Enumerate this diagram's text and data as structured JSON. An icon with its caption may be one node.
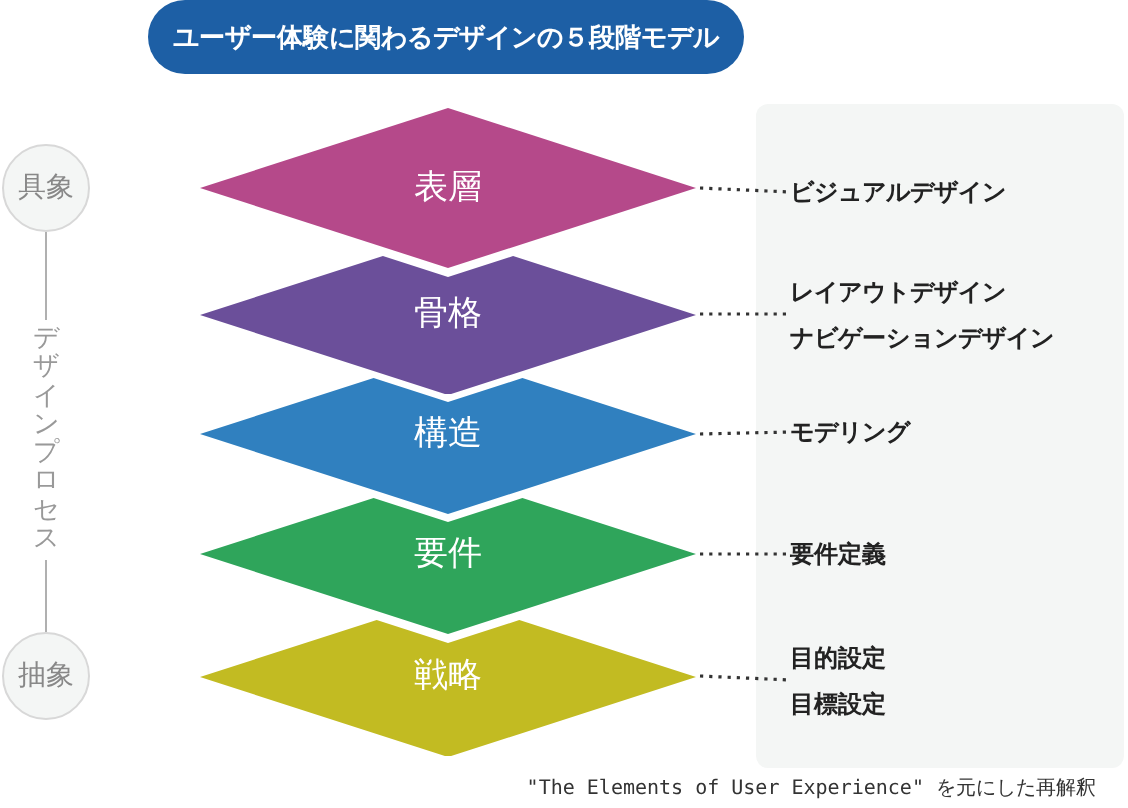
{
  "diagram": {
    "title": "ユーザー体験に関わるデザインの５段階モデル",
    "caption": "\"The Elements of User Experience\" を元にした再解釈",
    "nodes": [
      {
        "text": [
          "表層"
        ]
      },
      {
        "text": [
          "骨格"
        ]
      },
      {
        "text": [
          "構造"
        ]
      },
      {
        "text": [
          "要件"
        ]
      },
      {
        "text": [
          "戦略"
        ]
      },
      {
        "text": [],
        "shape": "box"
      },
      {
        "text": [
          "ビジュアルデザイン"
        ],
        "in": 5
      },
      {
        "text": [
          "レイアウトデザイン",
          "ナビゲーションデザイン"
        ],
        "in": 5
      },
      {
        "text": [
          "モデリング"
        ],
        "in": 5
      },
      {
        "text": [
          "要件定義"
        ],
        "in": 5
      },
      {
        "text": [
          "目的設定",
          "目標設定"
        ],
        "in": 5
      },
      {
        "text": [
          "具象"
        ]
      },
      {
        "text": [
          "抽象"
        ]
      }
    ],
    "edges": [
      {
        "from": 0,
        "to": 6,
        "arrow": "none",
        "style": "dashed"
      },
      {
        "from": 1,
        "to": 7,
        "arrow": "none",
        "style": "dashed"
      },
      {
        "from": 2,
        "to": 8,
        "arrow": "none",
        "style": "dashed"
      },
      {
        "from": 3,
        "to": 9,
        "arrow": "none",
        "style": "dashed"
      },
      {
        "from": 4,
        "to": 10,
        "arrow": "none",
        "style": "dashed"
      },
      {
        "from": 11,
        "to": 12,
        "arrow": "none",
        "label": "デザインプロセス",
        "color": "#b0b0b0"
      }
    ]
  }
}
